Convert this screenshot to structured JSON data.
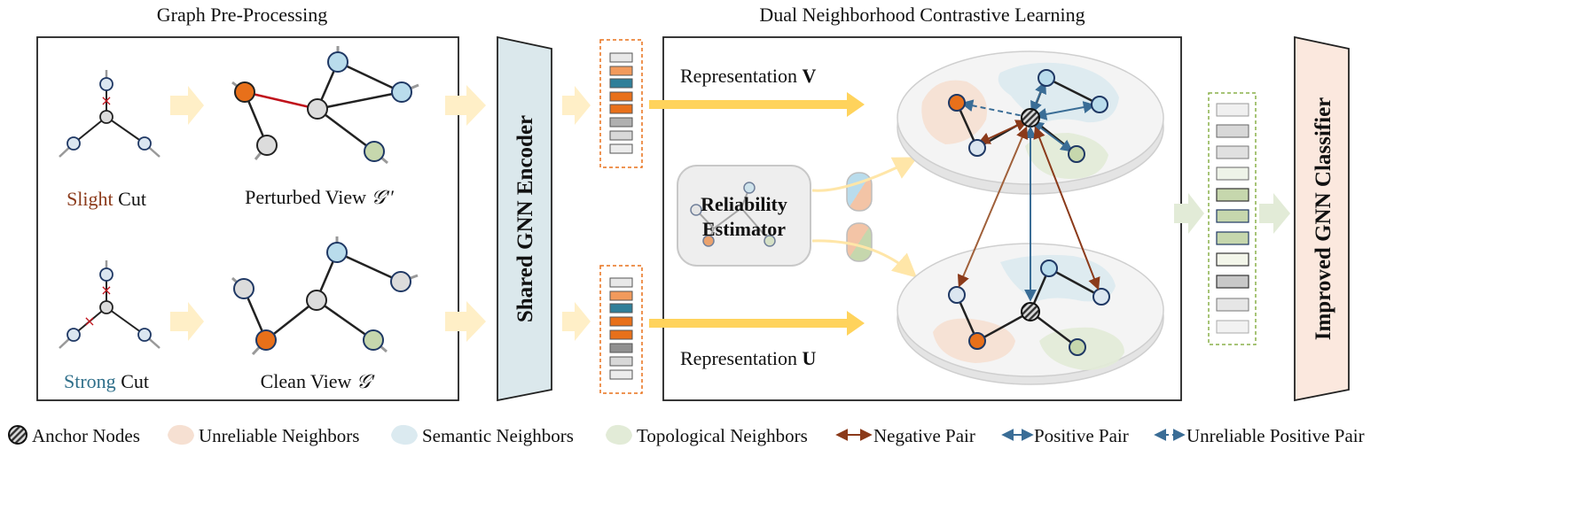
{
  "sections": {
    "preprocessing_title": "Graph Pre-Processing",
    "contrastive_title": "Dual Neighborhood Contrastive Learning"
  },
  "preprocessing": {
    "slight_word": "Slight",
    "strong_word": "Strong",
    "cut_word": " Cut",
    "perturbed_view_text": "Perturbed View ",
    "perturbed_view_symbol": "𝒢′′",
    "clean_view_text": "Clean View ",
    "clean_view_symbol": "𝒢′"
  },
  "encoder": {
    "label": "Shared GNN Encoder"
  },
  "representations": {
    "v_text": "Representation ",
    "v_symbol": "V",
    "u_text": "Representation ",
    "u_symbol": "U"
  },
  "estimator": {
    "line1": "Reliability",
    "line2": "Estimator"
  },
  "classifier": {
    "label": "Improved GNN Classifier"
  },
  "legend": {
    "anchor": "Anchor Nodes",
    "unreliable": "Unreliable Neighbors",
    "semantic": "Semantic Neighbors",
    "topological": "Topological Neighbors",
    "negative": "Negative Pair",
    "positive": "Positive Pair",
    "unreliable_positive": "Unreliable Positive Pair"
  },
  "colors": {
    "orange_node": "#e8701a",
    "blue_node": "#b9dcec",
    "green_node": "#c6d7ad",
    "gray_node": "#dcdcdc",
    "node_stroke": "#1f3864",
    "red_edge": "#c0121b",
    "slight_text": "#8b3a1a",
    "strong_text": "#2f6f8a",
    "negative_arrow": "#8b3a1a",
    "positive_arrow": "#3a6d96",
    "encoder_fill": "#dbe8ec",
    "classifier_fill": "#fbe8de",
    "yellow_arrow": "#ffd35c",
    "unreliable_region": "#f6e0d2",
    "semantic_region": "#dbeaf0",
    "topological_region": "#e2ebd7"
  }
}
